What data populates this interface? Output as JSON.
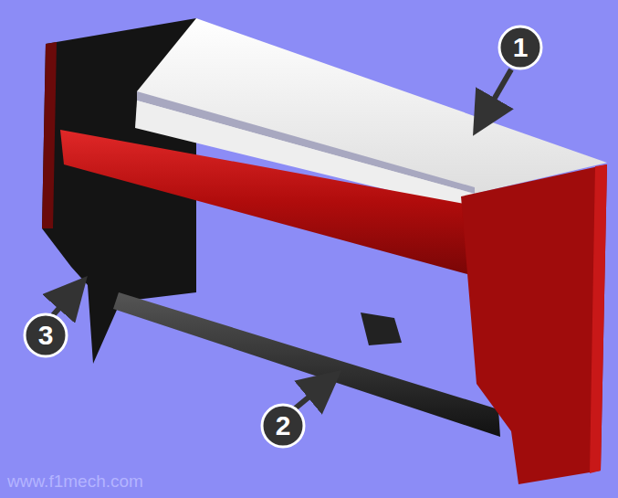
{
  "diagram": {
    "labels": [
      "1",
      "2",
      "3",
      "www.f1mech.com"
    ]
  }
}
